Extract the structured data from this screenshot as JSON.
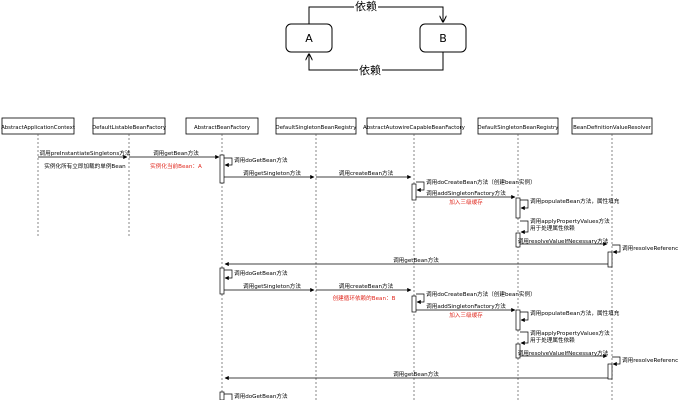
{
  "top": {
    "node_a": "A",
    "node_b": "B",
    "dep_top": "依赖",
    "dep_bottom": "依赖"
  },
  "participants": [
    "AbstractApplicationContext",
    "DefaultListableBeanFactory",
    "AbstractBeanFactory",
    "DefaultSingletonBeanRegistry",
    "AbstractAutowireCapableBeanFactory",
    "DefaultSingletonBeanRegistry",
    "BeanDefinitionValueResolver"
  ],
  "messages": {
    "preinstantiate": "调用preInstantiateSingletons方法",
    "instantiate_note": "实例化所有立即加载的单例Bean",
    "getbean1": "调用getBean方法",
    "inst_a": "实例化当前Bean：A",
    "dogetbean1": "调用doGetBean方法",
    "getsingleton1": "调用getSingleton方法",
    "createbean1": "调用createBean方法",
    "docreate1": "调用doCreateBean方法（创建bean实例）",
    "addsingleton1": "调用addSingletonFactory方法",
    "cache1": "加入三级缓存",
    "populate1": "调用populateBean方法，属性填充",
    "apply1_l1": "调用applyPropertyValues方法",
    "apply1_l2": "用于处理属性依赖",
    "resolve1": "调用resolveValueIfNecessary方法",
    "resolveref1": "调用resolveReference方法",
    "getbean2": "调用getBean方法",
    "dogetbean2": "调用doGetBean方法",
    "getsingleton2": "调用getSingleton方法",
    "createbean2": "调用createBean方法",
    "create_b": "创建循环依赖的Bean：B",
    "docreate2": "调用doCreateBean方法（创建bean实例）",
    "addsingleton2": "调用addSingletonFactory方法",
    "cache2": "加入三级缓存",
    "populate2": "调用populateBean方法，属性填充",
    "apply2_l1": "调用applyPropertyValues方法",
    "apply2_l2": "用于处理属性依赖",
    "resolve2": "调用resolveValueIfNecessary方法",
    "resolveref2": "调用resolveReference方法",
    "getbean3": "调用getBean方法",
    "dogetbean3": "调用doGetBean方法"
  },
  "colors": {
    "line": "#000000",
    "note_red": "#e0281e",
    "lifeline": "#555555"
  }
}
